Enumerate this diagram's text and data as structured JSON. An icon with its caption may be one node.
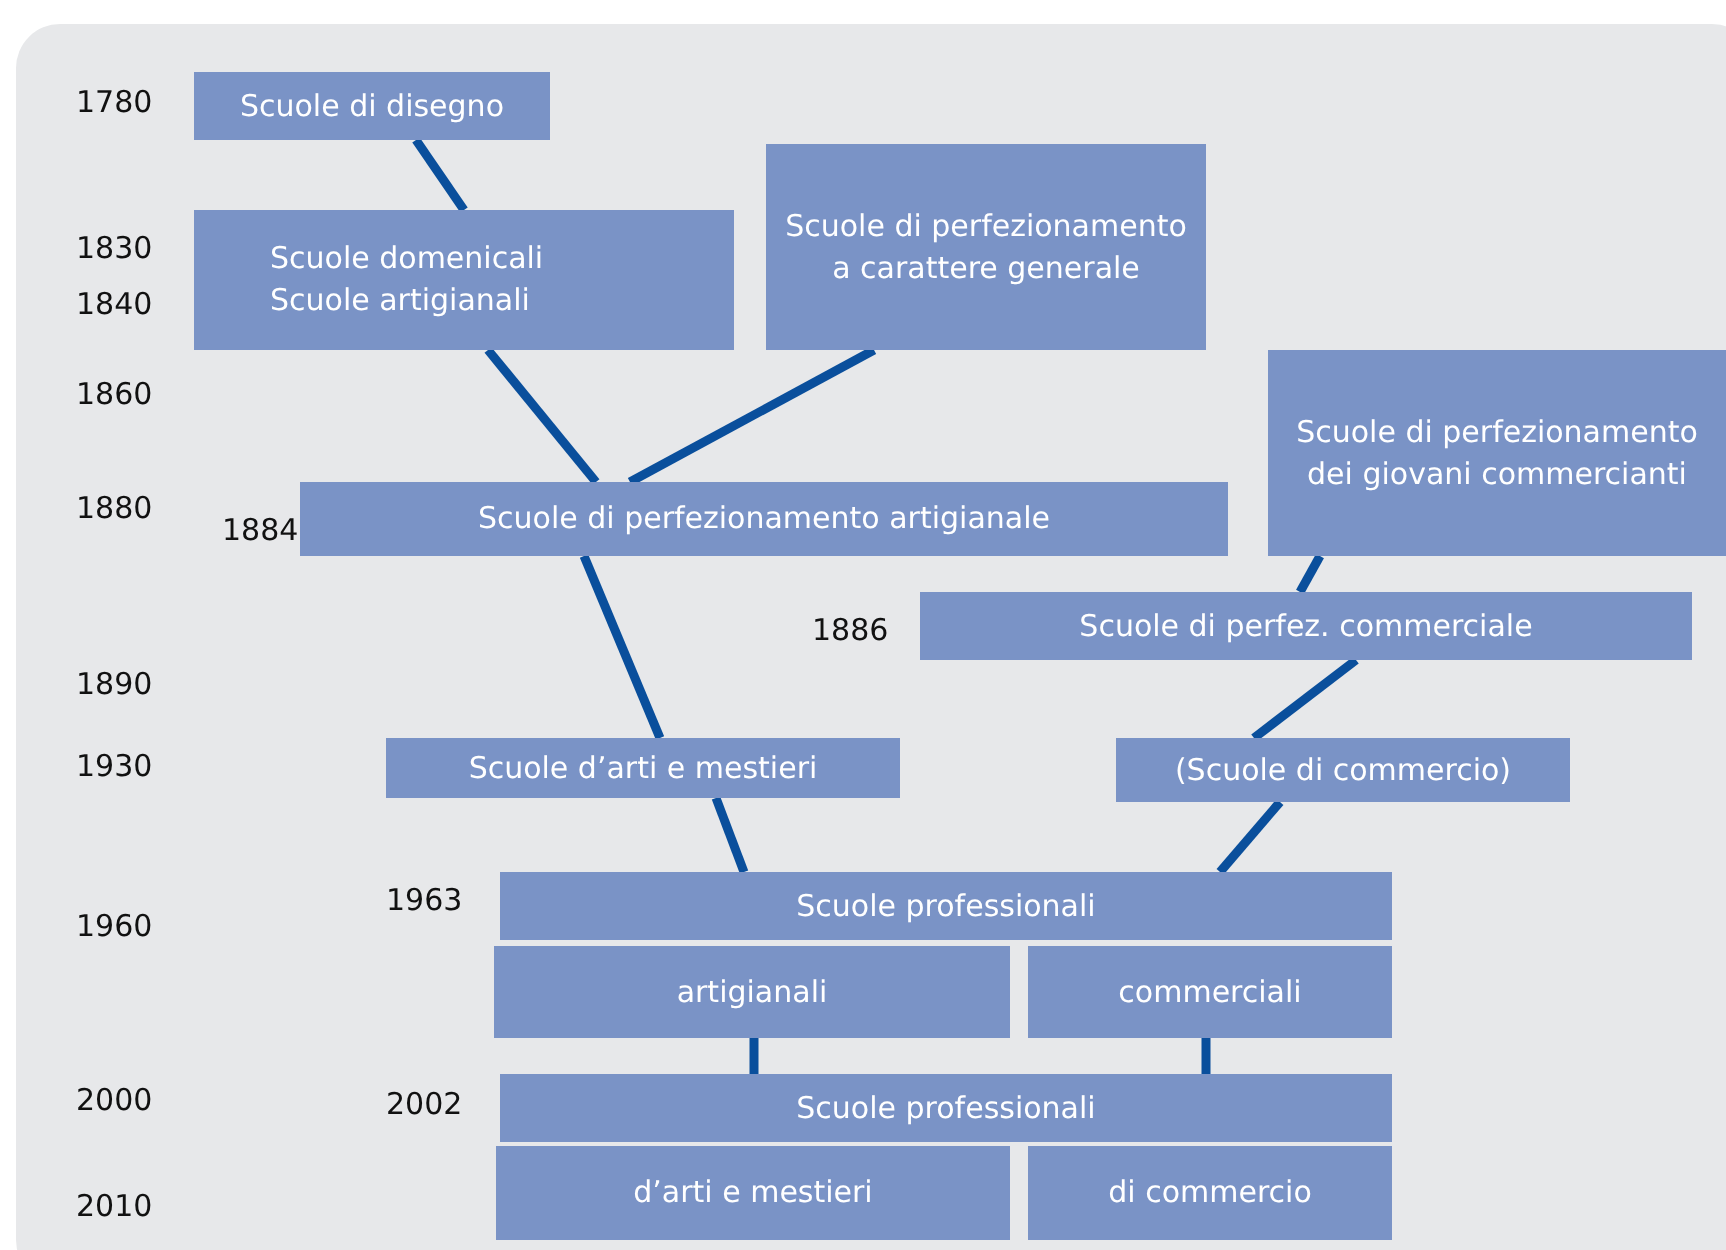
{
  "diagram": {
    "nodes": [
      {
        "text": [
          "Scuole di disegno"
        ]
      },
      {
        "text": [
          "Scuole domenicali",
          "Scuole artigianali"
        ]
      },
      {
        "text": [
          "Scuole di perfezionamento a carattere generale"
        ]
      },
      {
        "text": [
          "Scuole di perfezionamento dei giovani commercianti"
        ]
      },
      {
        "text": [
          "Scuole di perfezionamento artigianale"
        ],
        "beside": [
          "1884"
        ]
      },
      {
        "text": [
          "Scuole di perfez. commerciale"
        ],
        "beside": [
          "1886"
        ]
      },
      {
        "text": [
          "Scuole d’arti e mestieri"
        ]
      },
      {
        "text": [
          "(Scuole di commercio)"
        ]
      },
      {
        "text": [
          "Scuole professionali"
        ],
        "beside": [
          "1963"
        ]
      },
      {
        "text": [
          "artigianali"
        ]
      },
      {
        "text": [
          "commerciali"
        ]
      },
      {
        "text": [
          "Scuole professionali"
        ],
        "beside": [
          "2002"
        ]
      },
      {
        "text": [
          "d’arti e mestieri"
        ]
      },
      {
        "text": [
          "di commercio"
        ]
      }
    ],
    "edges": [
      {
        "from": 0,
        "to": 1,
        "arrow": "none"
      },
      {
        "from": 1,
        "to": 4,
        "arrow": "none"
      },
      {
        "from": 2,
        "to": 4,
        "arrow": "none"
      },
      {
        "from": 4,
        "to": 6,
        "arrow": "none"
      },
      {
        "from": 6,
        "to": 8,
        "arrow": "none"
      },
      {
        "from": 9,
        "to": 11,
        "arrow": "none"
      },
      {
        "from": 3,
        "to": 5,
        "arrow": "none"
      },
      {
        "from": 5,
        "to": 7,
        "arrow": "none"
      },
      {
        "from": 7,
        "to": 8,
        "arrow": "none"
      },
      {
        "from": 10,
        "to": 11,
        "arrow": "none"
      }
    ],
    "labels": [
      "1780",
      "1830",
      "1840",
      "1860",
      "1880",
      "1890",
      "1930",
      "1960",
      "2000",
      "2010"
    ]
  }
}
